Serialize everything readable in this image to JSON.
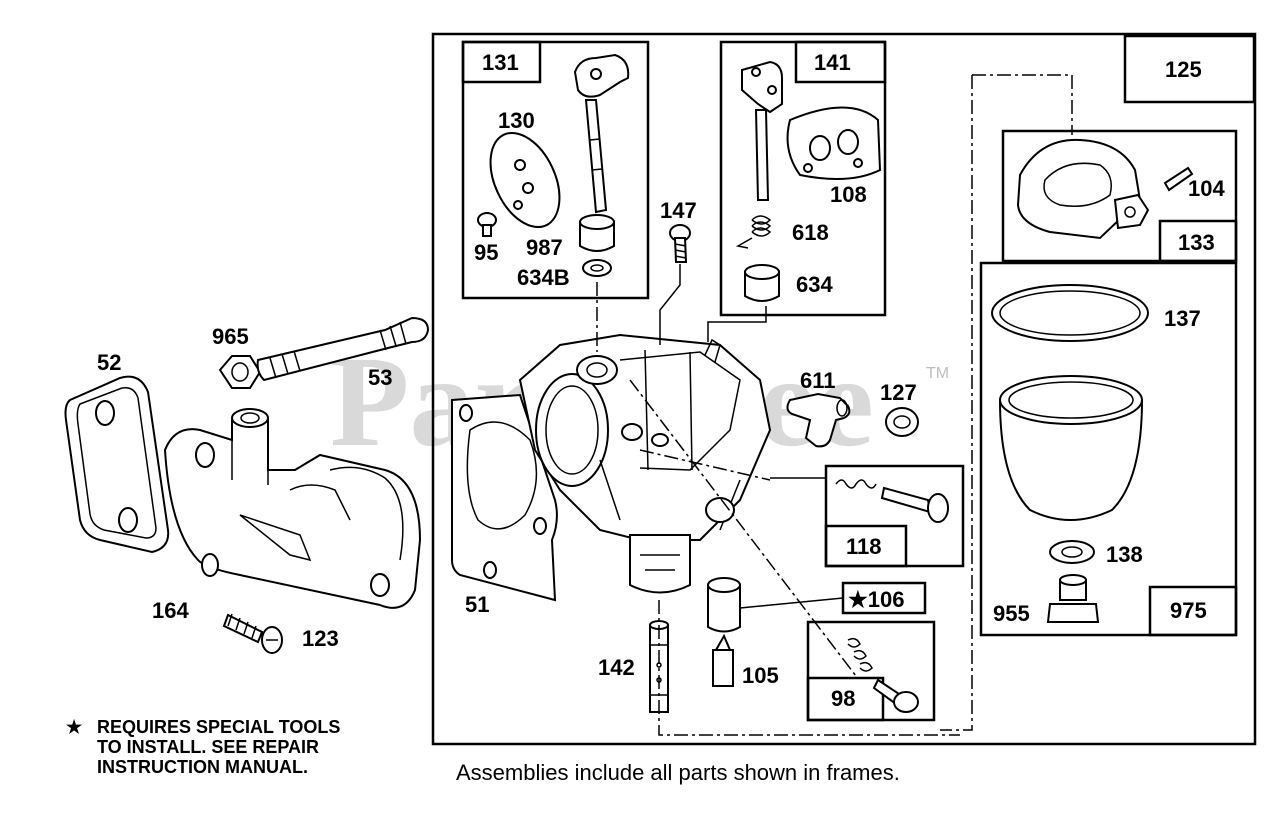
{
  "watermark": {
    "text": "PartsTree",
    "trademark": "TM"
  },
  "frame_labels": {
    "f125": "125",
    "f131": "131",
    "f141": "141",
    "f133": "133",
    "f975": "975",
    "f118": "118",
    "f106": "★106",
    "f98": "98"
  },
  "part_labels": {
    "p52": "52",
    "p965": "965",
    "p53": "53",
    "p164": "164",
    "p123": "123",
    "p51": "51",
    "p130": "130",
    "p95": "95",
    "p987": "987",
    "p634B": "634B",
    "p147": "147",
    "p108": "108",
    "p618": "618",
    "p634": "634",
    "p611": "611",
    "p127": "127",
    "p142": "142",
    "p105": "105",
    "p104": "104",
    "p137": "137",
    "p138": "138",
    "p955": "955"
  },
  "note": {
    "star": "★",
    "line1": "REQUIRES SPECIAL TOOLS",
    "line2": "TO INSTALL.  SEE REPAIR",
    "line3": "INSTRUCTION MANUAL."
  },
  "caption": "Assemblies include all parts shown in frames."
}
